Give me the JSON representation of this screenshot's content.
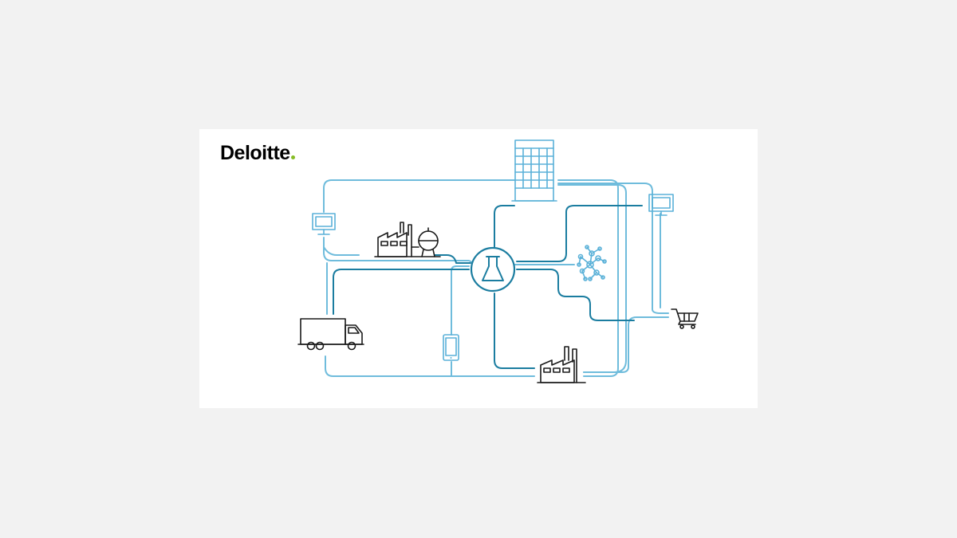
{
  "brand": {
    "name": "Deloitte",
    "dot_color": "#86bc25"
  },
  "colors": {
    "line_light": "#6fbcdc",
    "line_dark": "#1b7da0",
    "icon_dark": "#1a1a1a",
    "icon_light": "#5ab1d8"
  },
  "nodes": [
    {
      "id": "hub",
      "icon": "lab-flask-icon"
    },
    {
      "id": "data-center",
      "icon": "server-rack-icon"
    },
    {
      "id": "monitor-left",
      "icon": "desktop-monitor-icon"
    },
    {
      "id": "monitor-right",
      "icon": "desktop-monitor-icon"
    },
    {
      "id": "chemical-plant",
      "icon": "chemical-plant-icon"
    },
    {
      "id": "network",
      "icon": "network-nodes-icon"
    },
    {
      "id": "truck",
      "icon": "delivery-truck-icon"
    },
    {
      "id": "phone",
      "icon": "smartphone-icon"
    },
    {
      "id": "factory",
      "icon": "factory-icon"
    },
    {
      "id": "cart",
      "icon": "shopping-cart-icon"
    }
  ]
}
